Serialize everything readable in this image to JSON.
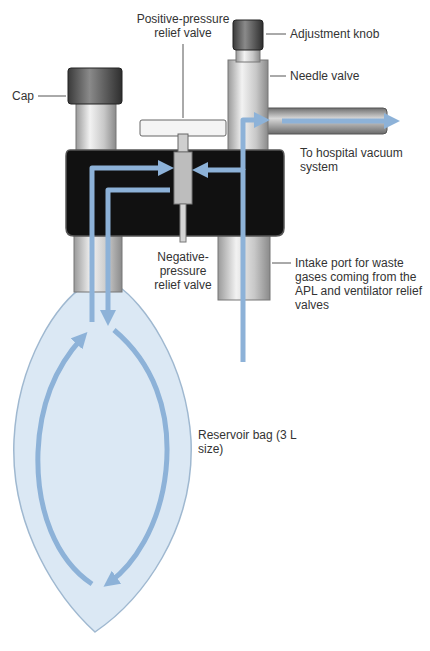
{
  "diagram": {
    "labels": [
      "Positive-pressure relief valve",
      "Adjustment knob",
      "Cap",
      "Needle valve",
      "To hospital vacuum system",
      "Negative-pressure relief valve",
      "Intake port for waste gases coming from the APL and ventilator relief valves",
      "Reservoir bag (3 L size)"
    ]
  }
}
